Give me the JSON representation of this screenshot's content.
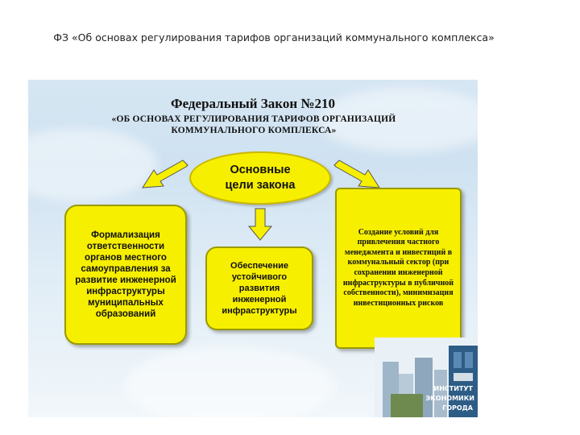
{
  "slide": {
    "title": "ФЗ «Об основах регулирования тарифов организаций коммунального комплекса»"
  },
  "diagram": {
    "law_title": "Федеральный Закон №210",
    "law_subtitle": "«ОБ ОСНОВАХ РЕГУЛИРОВАНИЯ ТАРИФОВ ОРГАНИЗАЦИЙ КОММУНАЛЬНОГО КОМПЛЕКСА»",
    "center": "Основные цели закона",
    "left_goal": "Формализация ответственности органов местного самоуправления за развитие инженерной инфраструктуры муниципальных образований",
    "middle_goal": "Обеспечение устойчивого развития инженерной инфраструктуры",
    "right_goal": "Создание условий для привлечения частного менеджмента и инвестиций в коммунальный сектор (при сохранении инженерной инфраструктуры в публичной собственности), минимизация инвестиционных рисков",
    "logo_text_line1": "ИНСТИТУТ",
    "logo_text_line2": "ЭКОНОМИКИ",
    "logo_text_line3": "ГОРОДА",
    "colors": {
      "box_fill": "#f7ef00",
      "box_border": "#9a9a00",
      "arrow_fill": "#f7ef00",
      "background": "#d6e6f3"
    }
  }
}
